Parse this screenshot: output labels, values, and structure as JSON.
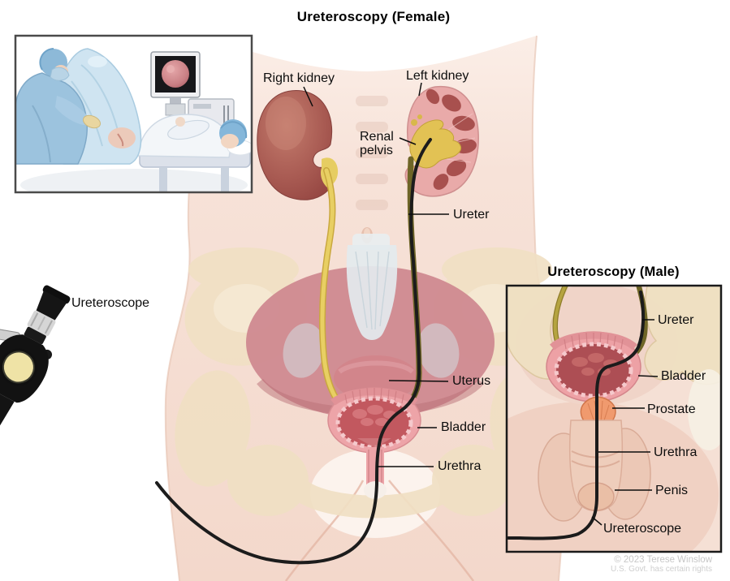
{
  "female": {
    "title": "Ureteroscopy (Female)",
    "labels": {
      "right_kidney": "Right kidney",
      "left_kidney": "Left kidney",
      "renal_pelvis": "Renal\npelvis",
      "ureter": "Ureter",
      "uterus": "Uterus",
      "bladder": "Bladder",
      "urethra": "Urethra",
      "ureteroscope": "Ureteroscope"
    }
  },
  "male": {
    "title": "Ureteroscopy (Male)",
    "labels": {
      "ureter": "Ureter",
      "bladder": "Bladder",
      "prostate": "Prostate",
      "urethra": "Urethra",
      "penis": "Penis",
      "ureteroscope": "Ureteroscope"
    }
  },
  "credit": {
    "line1": "© 2023 Terese Winslow",
    "line2": "U.S. Govt. has certain rights"
  },
  "colors": {
    "background": "#ffffff",
    "skin": "#f7e2d8",
    "kidney_dark": "#a05048",
    "kidney_section": "#e9aaa9",
    "ureter_yellow": "#e8cf63",
    "ureter_olive": "#6e6527",
    "pelvis_bone": "#f0e0c4",
    "pelvic_cavity": "#cf8990",
    "bladder_wall": "#eda4a8",
    "bladder_interior": "#bd565d",
    "prostate": "#f09a6e",
    "scope_black": "#1c1c1c",
    "drape_blue": "#cfe4f1",
    "label_text": "#0d0d0d"
  }
}
